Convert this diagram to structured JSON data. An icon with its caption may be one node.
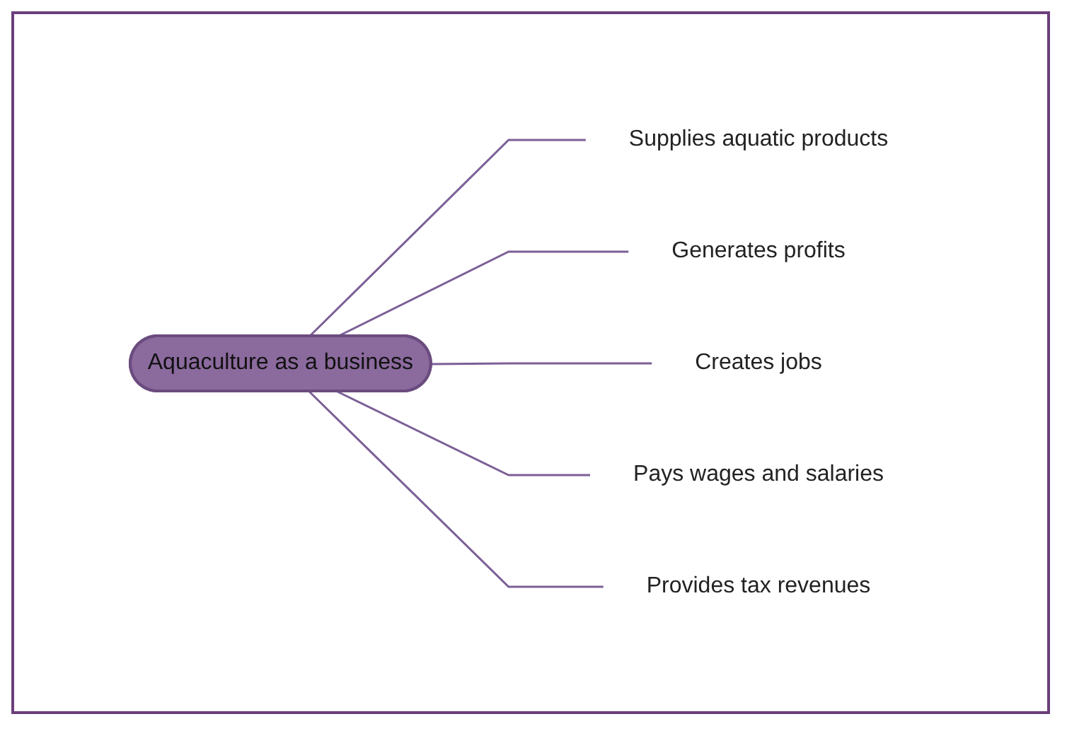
{
  "diagram": {
    "nodes": [
      {
        "text": [
          "Aquaculture as a business"
        ]
      },
      {
        "text": [
          "Supplies aquatic products"
        ]
      },
      {
        "text": [
          "Generates profits"
        ]
      },
      {
        "text": [
          "Creates jobs"
        ]
      },
      {
        "text": [
          "Pays wages and salaries"
        ]
      },
      {
        "text": [
          "Provides tax revenues"
        ]
      }
    ],
    "edges": [
      {
        "from": 0,
        "to": 1,
        "arrow": "none"
      },
      {
        "from": 0,
        "to": 2,
        "arrow": "none"
      },
      {
        "from": 0,
        "to": 3,
        "arrow": "none"
      },
      {
        "from": 0,
        "to": 4,
        "arrow": "none"
      },
      {
        "from": 0,
        "to": 5,
        "arrow": "none"
      }
    ]
  }
}
